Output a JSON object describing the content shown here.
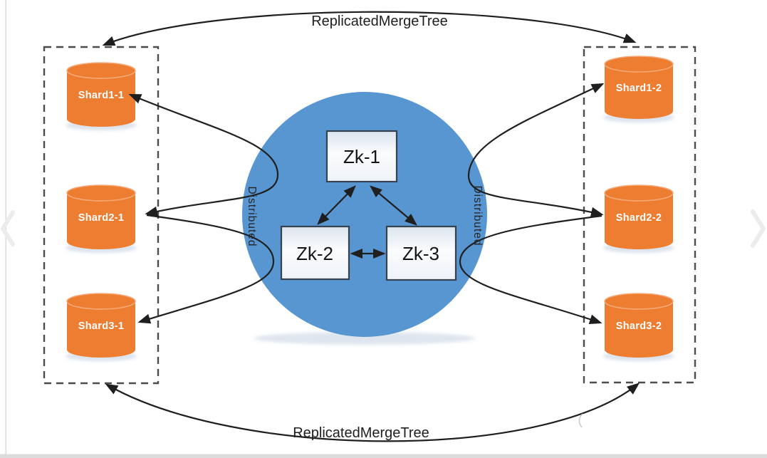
{
  "colors": {
    "shard_orange": "#ED7D31",
    "zookeeper_blue": "#5896D2",
    "arrow_black": "#1f1f1f",
    "dash_gray": "#4d4d4d",
    "chrome_gray": "#dcdcdc",
    "chevron_gray": "#ececec"
  },
  "labels": {
    "top_replication": "ReplicatedMergeTree",
    "bottom_replication": "ReplicatedMergeTree",
    "distributed_left": "Distributed",
    "distributed_right": "Distributed"
  },
  "zookeeper_nodes": [
    {
      "label": "Zk-1"
    },
    {
      "label": "Zk-2"
    },
    {
      "label": "Zk-3"
    }
  ],
  "shard_groups": {
    "left": [
      {
        "label": "Shard1-1"
      },
      {
        "label": "Shard2-1"
      },
      {
        "label": "Shard3-1"
      }
    ],
    "right": [
      {
        "label": "Shard1-2"
      },
      {
        "label": "Shard2-2"
      },
      {
        "label": "Shard3-2"
      }
    ]
  },
  "icons": {
    "prev_chevron": "❮",
    "next_chevron": "❯"
  }
}
